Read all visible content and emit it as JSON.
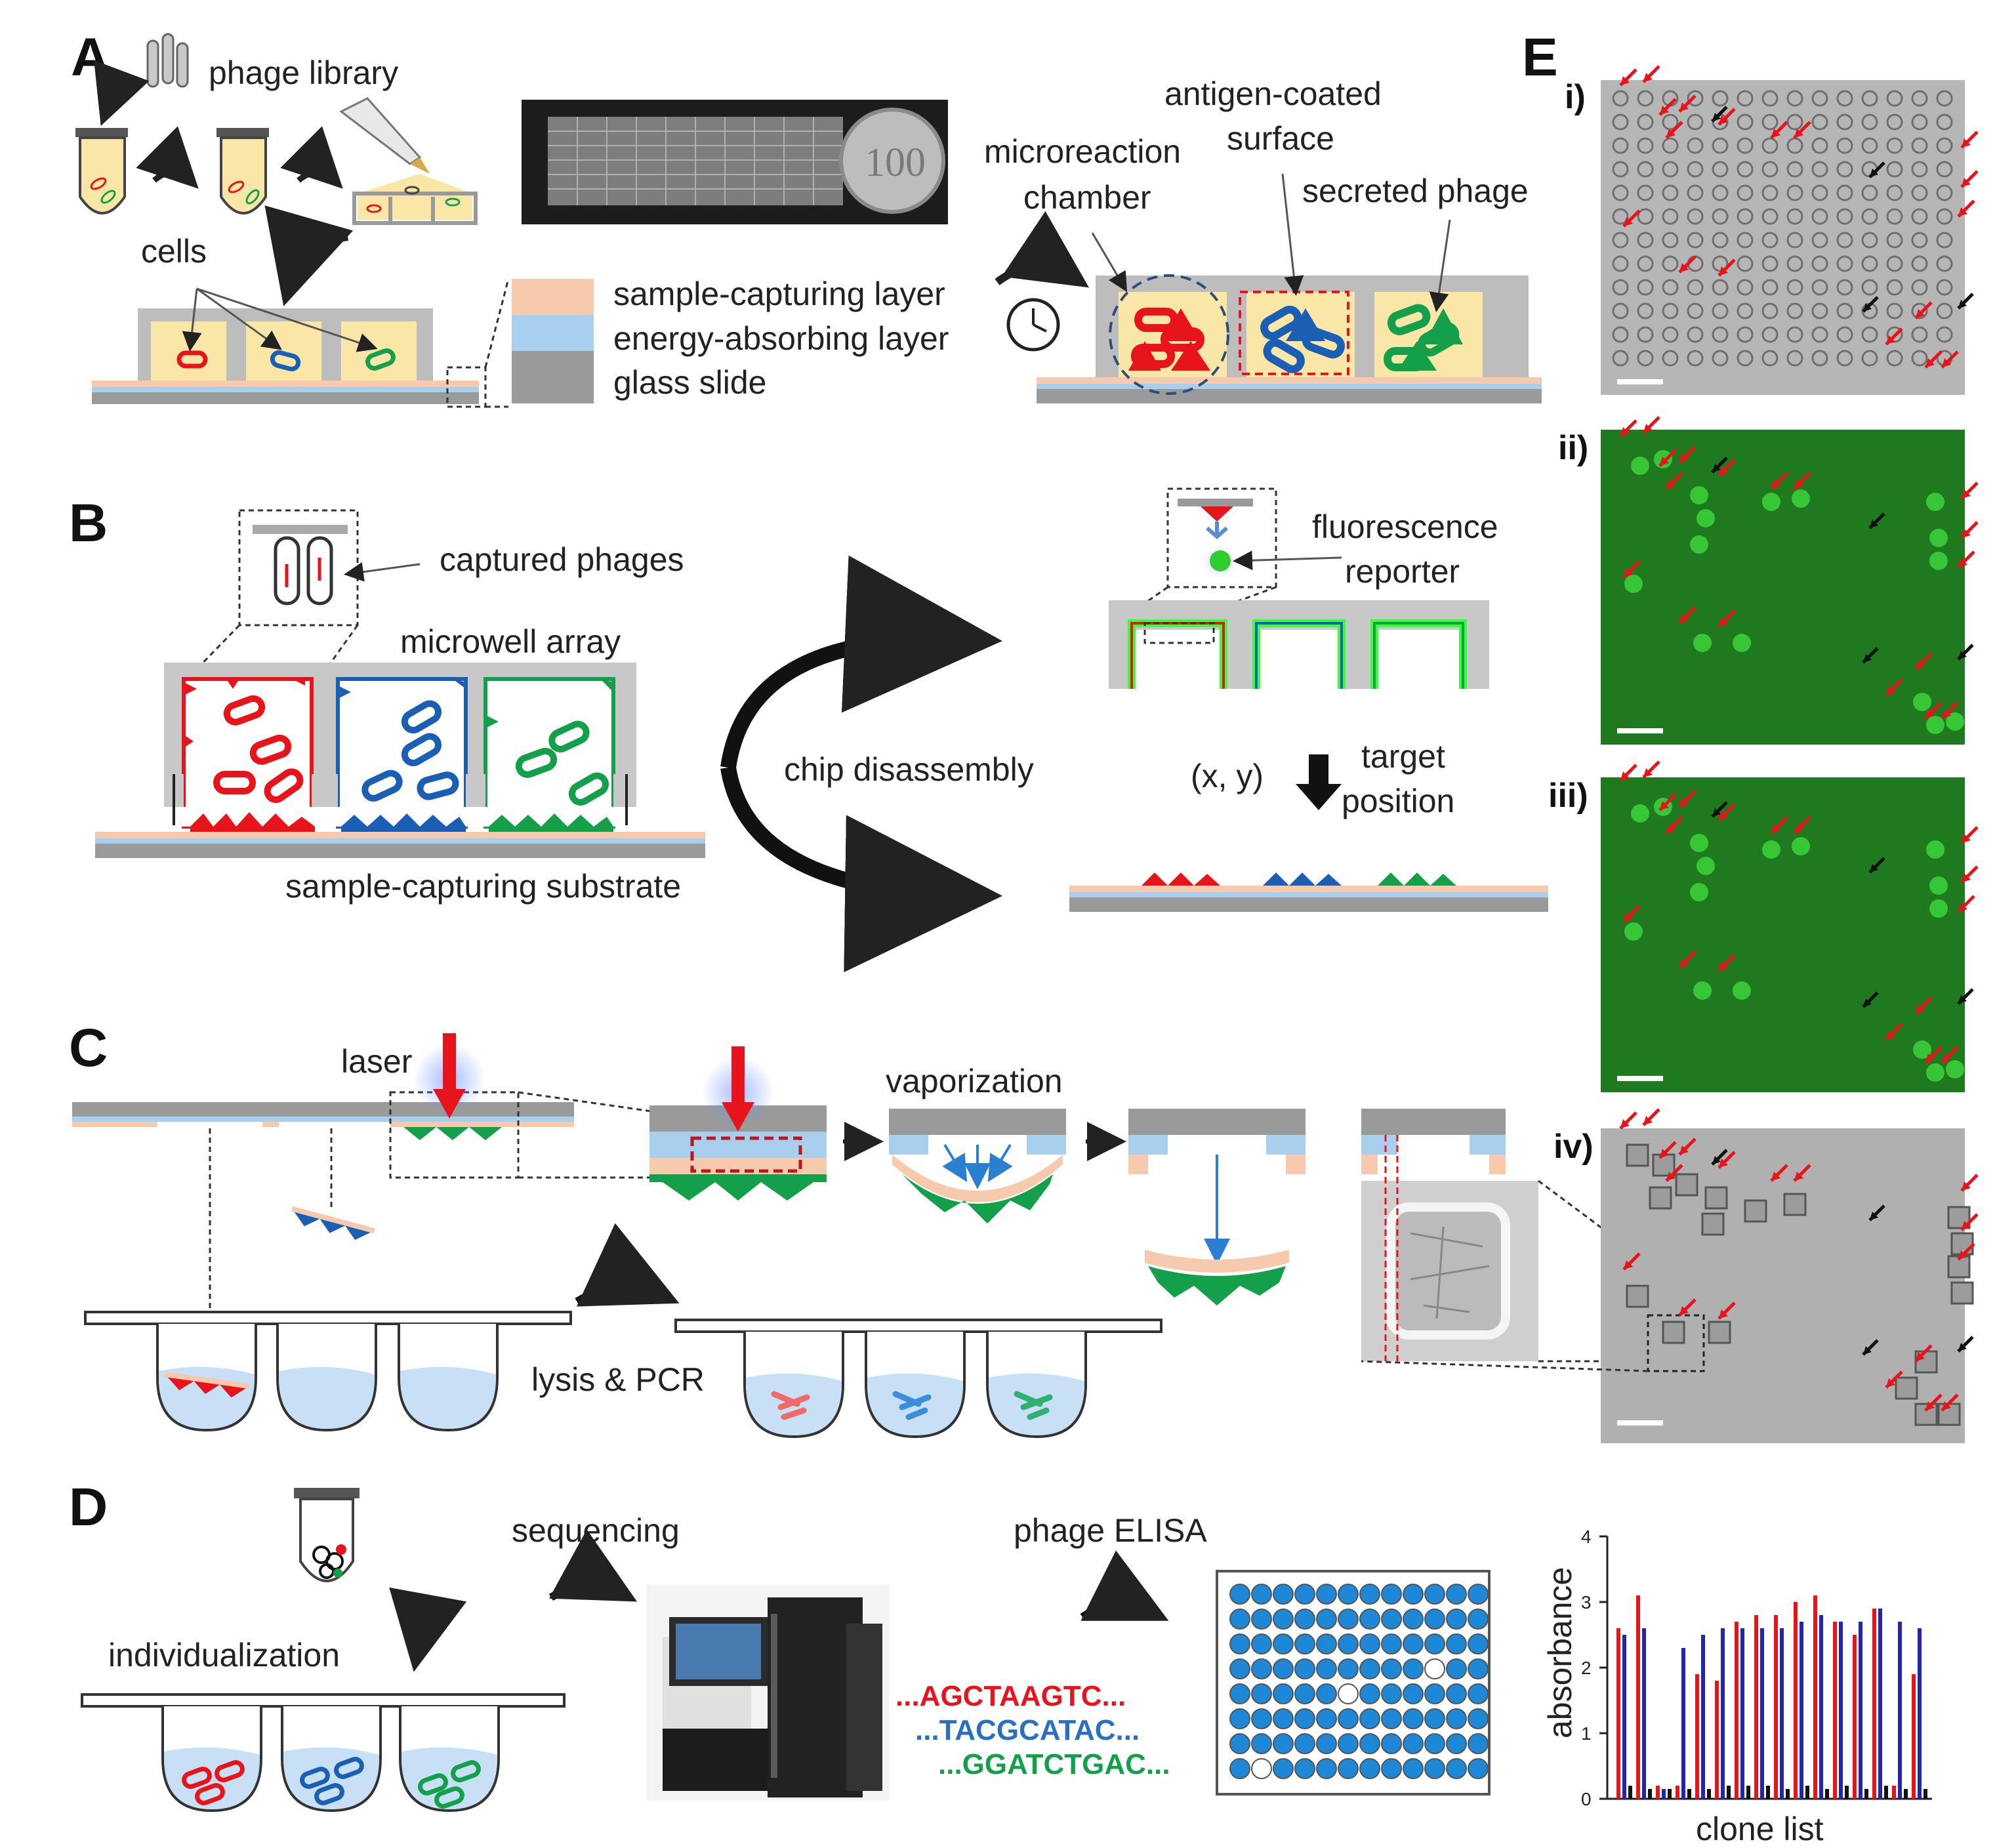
{
  "panels": {
    "A": {
      "letter": "A",
      "phage_library": "phage library",
      "cells": "cells",
      "layers": [
        "sample-capturing layer",
        "energy-absorbing layer",
        "glass slide"
      ],
      "coin_text": "100",
      "microreaction_chamber": [
        "microreaction",
        "chamber"
      ],
      "antigen_coated_surface": [
        "antigen-coated",
        "surface"
      ],
      "secreted_phage": "secreted phage"
    },
    "B": {
      "letter": "B",
      "captured_phages": "captured phages",
      "microwell_array": "microwell array",
      "sample_capturing_substrate": "sample-capturing substrate",
      "chip_disassembly": "chip disassembly",
      "fluorescence_reporter": [
        "fluorescence",
        "reporter"
      ],
      "xy": "(x, y)",
      "target_position": [
        "target",
        "position"
      ]
    },
    "C": {
      "letter": "C",
      "laser": "laser",
      "vaporization": "vaporization",
      "lysis_pcr": "lysis & PCR"
    },
    "D": {
      "letter": "D",
      "individualization": "individualization",
      "sequencing": "sequencing",
      "phage_elisa": "phage ELISA",
      "sequences": [
        "...AGCTAAGTC...",
        "...TACGCATAC...",
        "...GGATCTGAC..."
      ],
      "sequence_colors": [
        "#e8141c",
        "#2a6fc0",
        "#14a04a"
      ]
    },
    "E": {
      "letter": "E",
      "subpanels": [
        "i)",
        "ii)",
        "iii)",
        "iv)"
      ]
    }
  },
  "colors": {
    "red": "#e8141c",
    "blue": "#1a5fb4",
    "green": "#14a04a",
    "peach": "#f7c9ad",
    "lightblue": "#a9cfee",
    "gray": "#9a9a9a",
    "micro_green": "#1f7a1f"
  },
  "chart_data": {
    "type": "bar",
    "xlabel": "clone list",
    "ylabel": "absorbance",
    "ylim": [
      0,
      4
    ],
    "yticks": [
      "0",
      "1",
      "2",
      "3",
      "4"
    ],
    "series": [
      {
        "color": "#e8141c",
        "values": [
          2.6,
          3.1,
          0.2,
          0.2,
          1.9,
          1.8,
          2.7,
          2.8,
          2.8,
          3.0,
          3.1,
          2.7,
          2.5,
          2.9,
          0.2,
          1.9
        ]
      },
      {
        "color": "#2323b8",
        "values": [
          2.5,
          2.6,
          0.15,
          2.3,
          2.5,
          2.6,
          2.6,
          2.6,
          2.6,
          2.7,
          2.8,
          2.7,
          2.7,
          2.9,
          2.7,
          2.6
        ]
      },
      {
        "color": "#111111",
        "values": [
          0.2,
          0.15,
          0.15,
          0.15,
          0.15,
          0.2,
          0.2,
          0.2,
          0.15,
          0.2,
          0.15,
          0.2,
          0.15,
          0.2,
          0.15,
          0.15
        ]
      }
    ]
  }
}
